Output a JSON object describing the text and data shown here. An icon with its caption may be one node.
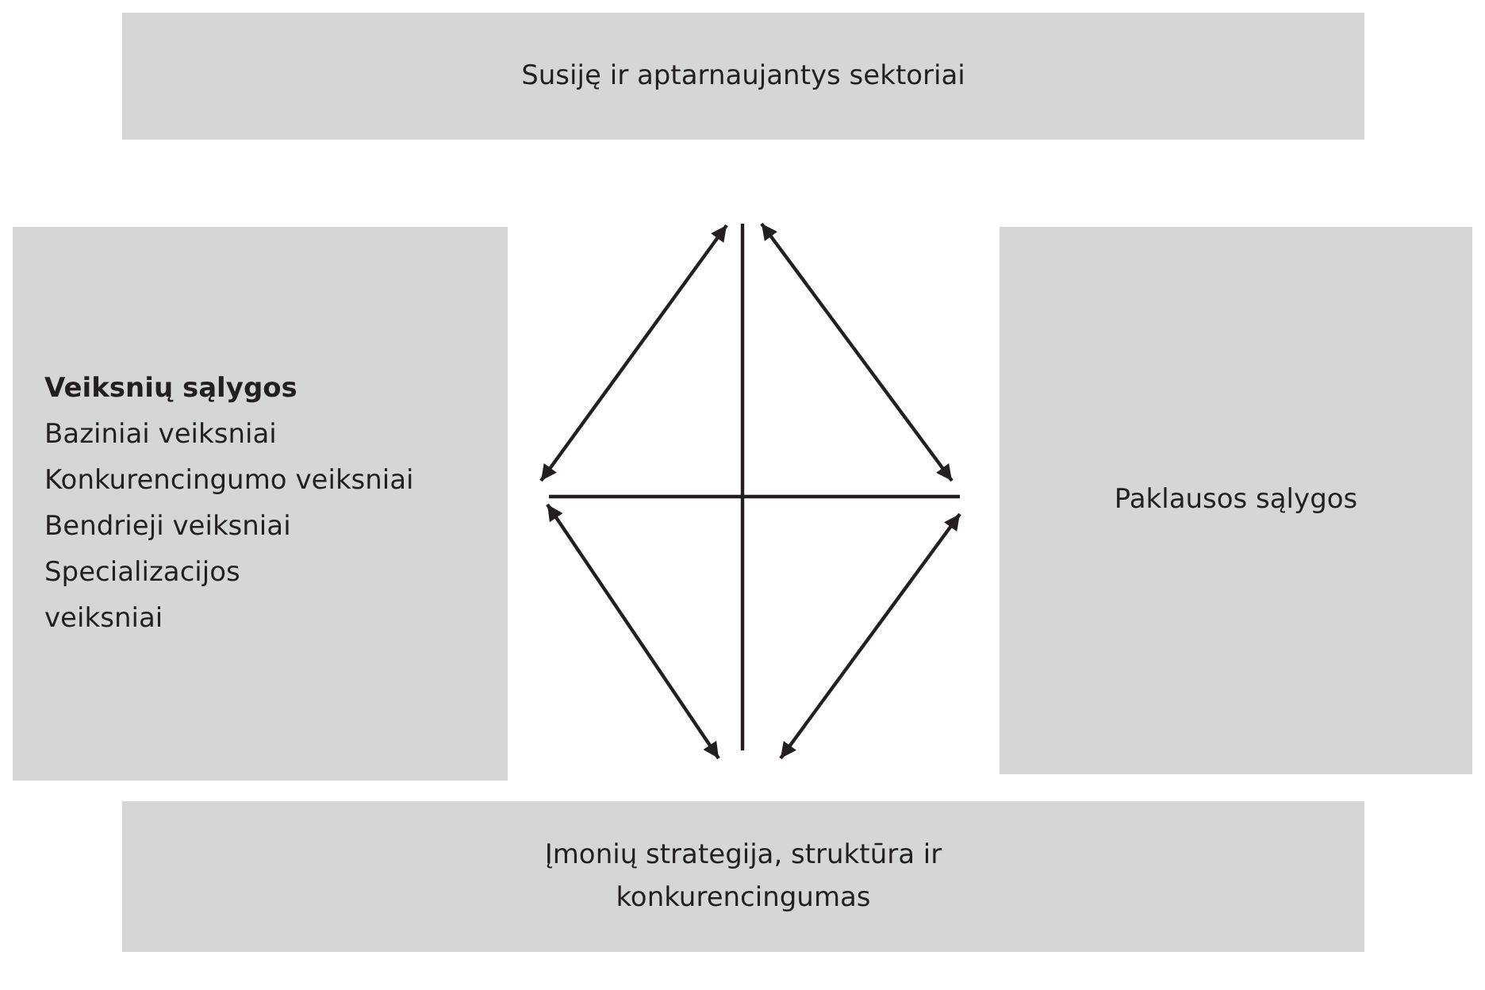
{
  "diagram": {
    "nodes": [
      {
        "text": [
          "Susiję ir aptarnaujantys sektoriai"
        ]
      },
      {
        "text": [
          "Veiksnių sąlygos",
          "Baziniai veiksniai",
          "Konkurencingumo veiksniai",
          "Bendrieji veiksniai",
          "Specializacijos veiksniai"
        ]
      },
      {
        "text": [
          "Paklausos sąlygos"
        ]
      },
      {
        "text": [
          "Įmonių strategija, struktūra ir konkurencingumas"
        ]
      }
    ],
    "edges": [
      {
        "from": 0,
        "to": 1,
        "arrow": "both"
      },
      {
        "from": 0,
        "to": 2,
        "arrow": "both"
      },
      {
        "from": 1,
        "to": 3,
        "arrow": "both"
      },
      {
        "from": 2,
        "to": 3,
        "arrow": "both"
      },
      {
        "from": 0,
        "to": 3,
        "arrow": "none"
      },
      {
        "from": 1,
        "to": 2,
        "arrow": "none"
      }
    ]
  }
}
